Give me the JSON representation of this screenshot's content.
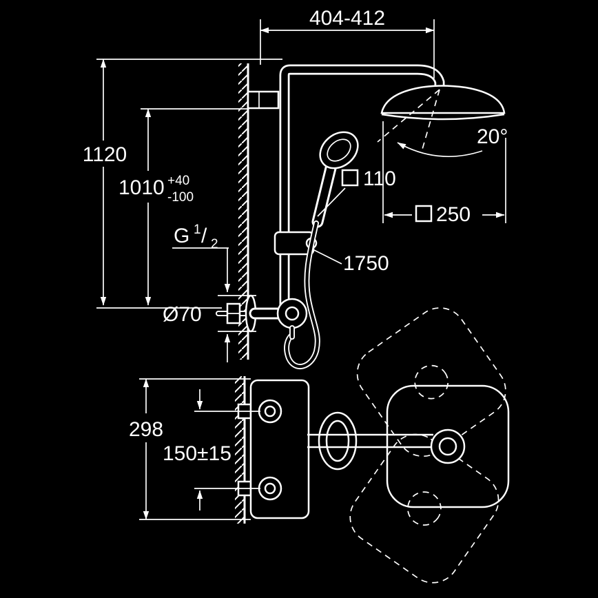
{
  "page": {
    "background": "#000000",
    "line_color": "#ffffff"
  },
  "drawing": {
    "type": "shower-system-installation-dimension-diagram",
    "labels": {
      "top_width": "404-412",
      "overall_height": "1120",
      "adjust_height_value": "1010",
      "adjust_height_plus": "+40",
      "adjust_height_minus": "-100",
      "thread_prefix": "G",
      "thread_numerator": "1",
      "thread_slash": "/",
      "thread_denominator": "2",
      "escutcheon_diameter": "Ø70",
      "tilt_angle": "20°",
      "hand_shower_size": "110",
      "head_shower_size": "250",
      "hose_length": "1750",
      "depth": "298",
      "supply_spacing": "150±15"
    }
  }
}
